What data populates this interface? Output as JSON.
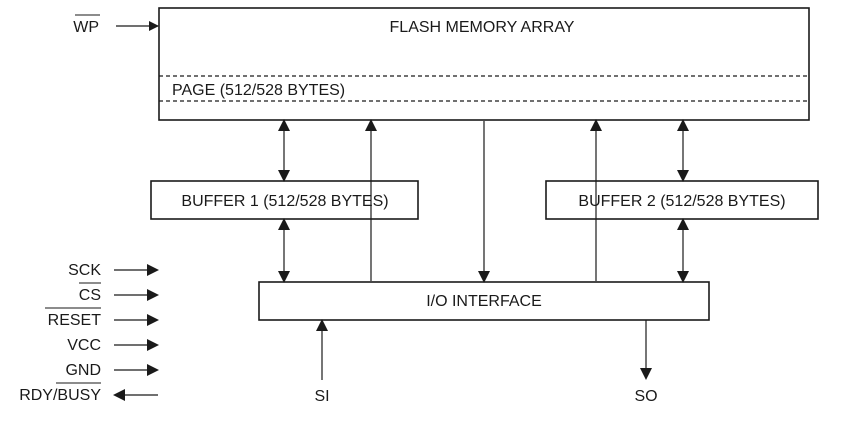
{
  "diagram": {
    "flash_array_title": "FLASH MEMORY ARRAY",
    "page_label": "PAGE (512/528 BYTES)",
    "buffer1_label": "BUFFER 1 (512/528 BYTES)",
    "buffer2_label": "BUFFER 2 (512/528 BYTES)",
    "io_label": "I/O INTERFACE",
    "si_label": "SI",
    "so_label": "SO"
  },
  "pins": {
    "wp": {
      "label": "WP",
      "overbar": true,
      "direction": "in"
    },
    "left": [
      {
        "label": "SCK",
        "overbar": false,
        "direction": "in"
      },
      {
        "label": "CS",
        "overbar": true,
        "direction": "in"
      },
      {
        "label": "RESET",
        "overbar": true,
        "direction": "in"
      },
      {
        "label": "VCC",
        "overbar": false,
        "direction": "in"
      },
      {
        "label": "GND",
        "overbar": false,
        "direction": "in"
      },
      {
        "label_plain": "RDY/",
        "label_bar": "BUSY",
        "direction": "out"
      }
    ]
  }
}
